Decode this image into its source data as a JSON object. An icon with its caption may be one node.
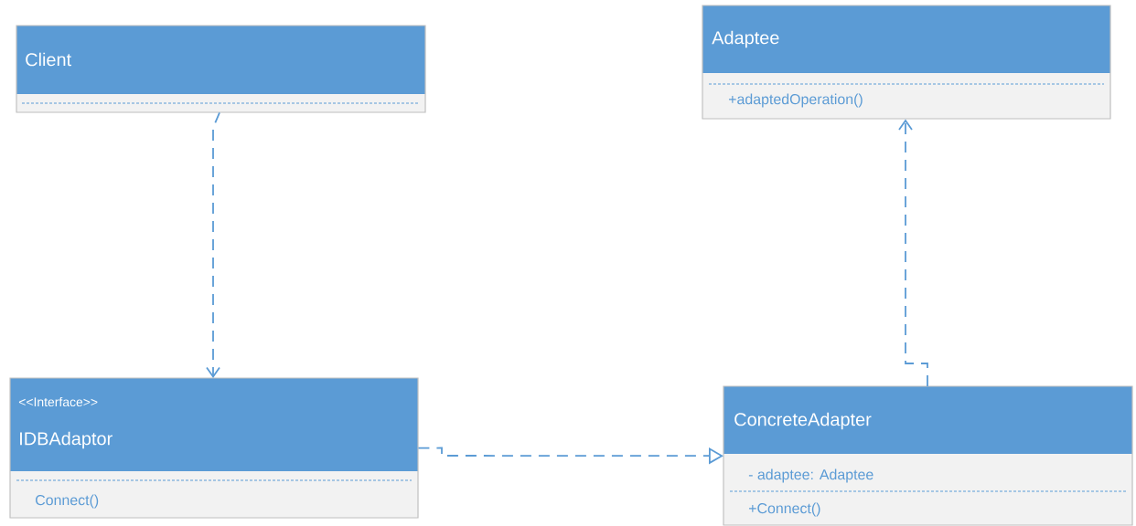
{
  "diagram": {
    "nodes": [
      {
        "text": [
          "Client"
        ]
      },
      {
        "text": [
          "Adaptee",
          "+adaptedOperation()"
        ]
      },
      {
        "text": [
          "<<Interface>>",
          "IDBAdaptor",
          "Connect()"
        ]
      },
      {
        "text": [
          "ConcreteAdapter",
          "- adaptee: Adaptee",
          "+Connect()"
        ]
      }
    ],
    "edges": [
      {
        "from": 0,
        "to": 2,
        "arrow": "to",
        "style": "dashed"
      },
      {
        "from": 2,
        "to": 3,
        "arrow": "to",
        "style": "dashed"
      },
      {
        "from": 3,
        "to": 1,
        "arrow": "to",
        "style": "dashed"
      }
    ]
  }
}
